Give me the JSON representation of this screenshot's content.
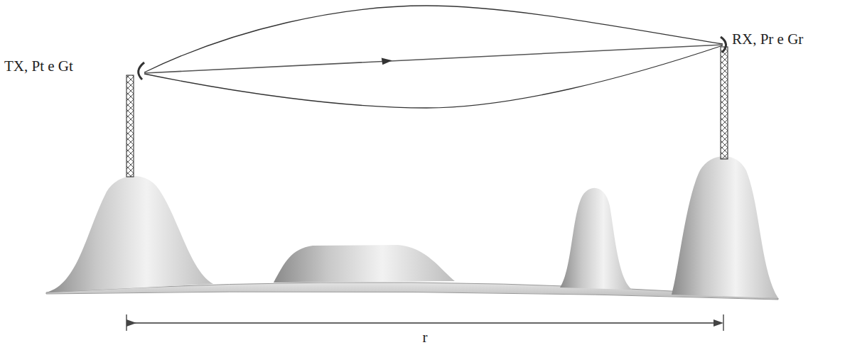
{
  "diagram": {
    "labels": [
      "TX, Pt e Gt",
      "RX, Pr e Gr",
      "r"
    ]
  }
}
